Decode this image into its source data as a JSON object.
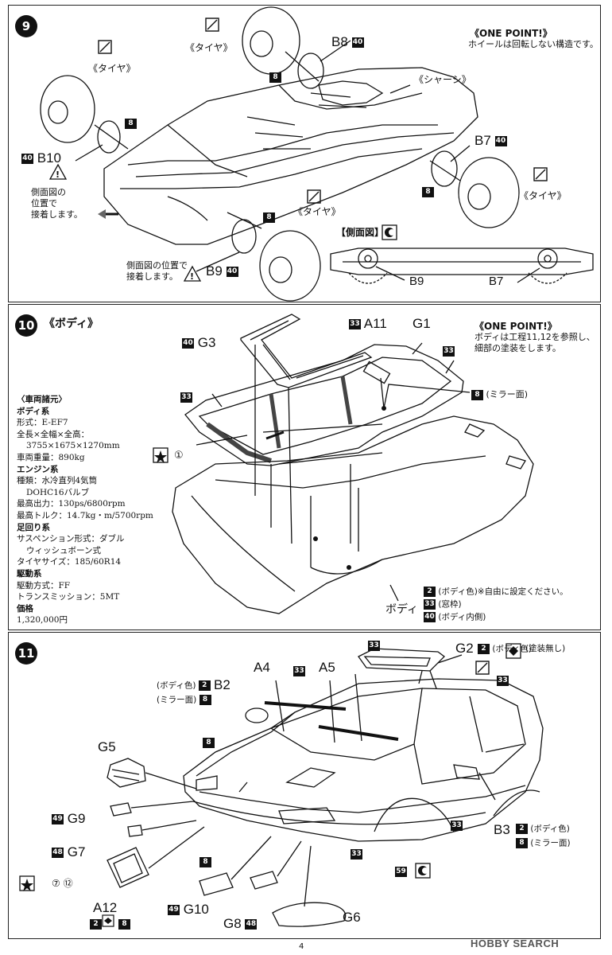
{
  "step9": {
    "number": "9",
    "one_point_title": "《ONE POINT!》",
    "one_point_text": "ホイールは回転しない構造です。",
    "tire_label": "《タイヤ》",
    "chassis_label": "《シャーシ》",
    "side_view_label": "【側面図】",
    "b8": "B8",
    "b8_code": "40",
    "b8_paint": "8",
    "b7": "B7",
    "b7_code": "40",
    "b7_paint": "8",
    "b9": "B9",
    "b9_code": "40",
    "b9_paint": "8",
    "b10": "B10",
    "b10_code": "40",
    "b10_paint": "8",
    "side_b9": "B9",
    "side_b7": "B7",
    "note_left_1": "側面図の",
    "note_left_2": "位置で",
    "note_left_3": "接着します。",
    "note_bottom_1": "側面図の位置で",
    "note_bottom_2": "接着します。"
  },
  "step10": {
    "number": "10",
    "title": "《ボディ》",
    "one_point_title": "《ONE POINT!》",
    "one_point_line1": "ボディは工程11,12を参照し、",
    "one_point_line2": "細部の塗装をします。",
    "g3": "G3",
    "g3_code": "40",
    "a11": "A11",
    "a11_code": "33",
    "g1": "G1",
    "g1_code": "33",
    "code33_left": "33",
    "mirror_code": "8",
    "mirror_text": "(ミラー面)",
    "decal_num": "①",
    "body_label": "ボディ",
    "legend": [
      {
        "code": "2",
        "text": "(ボディ色)※自由に設定ください。"
      },
      {
        "code": "33",
        "text": "(窓枠)"
      },
      {
        "code": "40",
        "text": "(ボディ内側)"
      }
    ],
    "specs": [
      {
        "kind": "h",
        "text": "〈車両諸元〉"
      },
      {
        "kind": "h",
        "text": "ボディ系"
      },
      {
        "kind": "l",
        "text": "形式：E-EF7"
      },
      {
        "kind": "l",
        "text": "全長×全幅×全高："
      },
      {
        "kind": "i",
        "text": "3755×1675×1270mm"
      },
      {
        "kind": "l",
        "text": "車両重量：890kg"
      },
      {
        "kind": "h",
        "text": "エンジン系"
      },
      {
        "kind": "l",
        "text": "種類：水冷直列4気筒"
      },
      {
        "kind": "i",
        "text": "DOHC16バルブ"
      },
      {
        "kind": "l",
        "text": "最高出力：130ps/6800rpm"
      },
      {
        "kind": "l",
        "text": "最高トルク：14.7kg・m/5700rpm"
      },
      {
        "kind": "h",
        "text": "足回り系"
      },
      {
        "kind": "l",
        "text": "サスペンション形式：ダブル"
      },
      {
        "kind": "i",
        "text": "ウィッシュボーン式"
      },
      {
        "kind": "l",
        "text": "タイヤサイズ：185/60R14"
      },
      {
        "kind": "h",
        "text": "駆動系"
      },
      {
        "kind": "l",
        "text": "駆動方式：FF"
      },
      {
        "kind": "l",
        "text": "トランスミッション：5MT"
      },
      {
        "kind": "h",
        "text": "価格"
      },
      {
        "kind": "l",
        "text": "1,320,000円"
      }
    ]
  },
  "step11": {
    "number": "11",
    "g2": "G2",
    "g2_code": "33",
    "g2_paint": "2",
    "g2_paint_text": "(ボディ色)",
    "g2_note": "(塗装無し)",
    "a4": "A4",
    "a5": "A5",
    "a4_code": "33",
    "b2": "B2",
    "b2_body_text": "(ボディ色)",
    "b2_body_code": "2",
    "b2_mirror_text": "(ミラー面)",
    "b2_mirror_code": "8",
    "roof_code": "33",
    "g5": "G5",
    "g5_code": "8",
    "g9": "G9",
    "g9_code": "49",
    "g7": "G7",
    "g7_code": "48",
    "a12": "A12",
    "a12_code_a": "2",
    "a12_code_b": "8",
    "decal_line": "⑦  ⑫",
    "g10": "G10",
    "g10_code": "49",
    "g8": "G8",
    "g8_code": "48",
    "g6": "G6",
    "b3": "B3",
    "b3_body_code": "2",
    "b3_body_text": "(ボディ色)",
    "b3_mirror_code": "8",
    "b3_mirror_text": "(ミラー面)",
    "code8_bumper": "8",
    "code33_bumper": "33",
    "code33_side": "33",
    "code59": "59"
  },
  "footer": {
    "page_number": "4",
    "watermark": "HOBBY SEARCH"
  }
}
